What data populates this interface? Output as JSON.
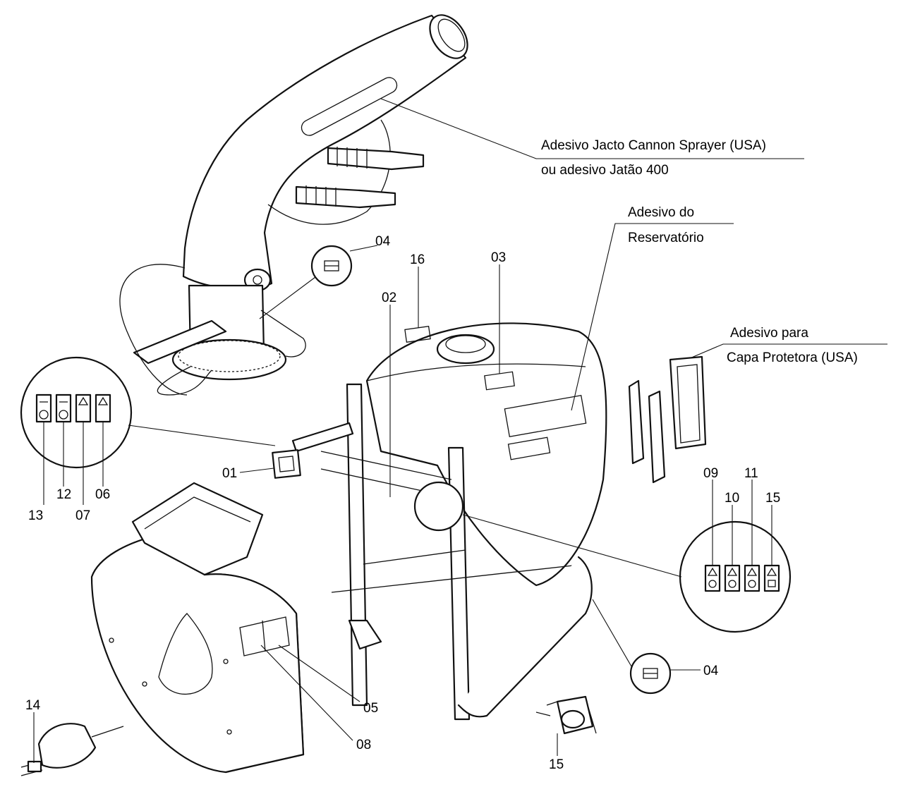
{
  "captions": {
    "cannon_decal_line1": "Adesivo Jacto Cannon Sprayer (USA)",
    "cannon_decal_line2": "ou adesivo Jatão 400",
    "tank_decal_line1": "Adesivo do",
    "tank_decal_line2": "Reservatório",
    "cover_decal_line1": "Adesivo para",
    "cover_decal_line2": "Capa Protetora (USA)"
  },
  "callouts": {
    "n04_top": "04",
    "n16": "16",
    "n03": "03",
    "n02": "02",
    "n01": "01",
    "n13": "13",
    "n12": "12",
    "n07": "07",
    "n06": "06",
    "n09": "09",
    "n10": "10",
    "n11": "11",
    "n15_detail": "15",
    "n04_bottom": "04",
    "n05": "05",
    "n08": "08",
    "n14": "14",
    "n15_pump": "15"
  }
}
